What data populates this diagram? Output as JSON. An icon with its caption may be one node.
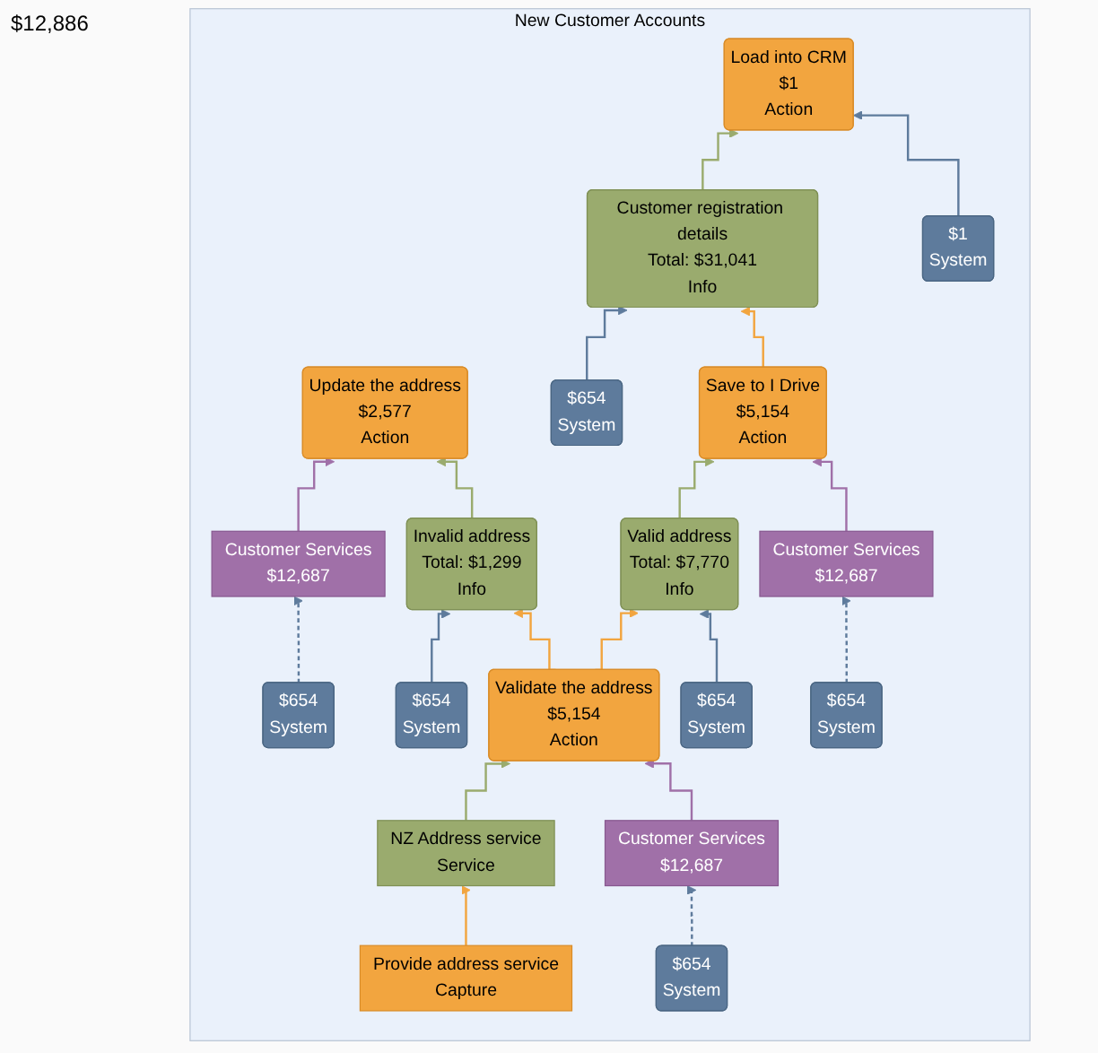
{
  "diagram": {
    "nodes": [
      {
        "text": [
          "New Customer Accounts"
        ]
      },
      {
        "text": [
          "Load into CRM",
          "$1",
          "Action"
        ],
        "in": 0
      },
      {
        "text": [
          "Customer registration details",
          "Total: $31,041",
          "Info"
        ],
        "in": 0
      },
      {
        "text": [
          "$1",
          "System"
        ],
        "in": 0
      },
      {
        "text": [
          "Update the address",
          "$2,577",
          "Action"
        ],
        "in": 0
      },
      {
        "text": [
          "Save to I Drive",
          "$5,154",
          "Action"
        ],
        "in": 0
      },
      {
        "text": [
          "$654",
          "System"
        ],
        "in": 0
      },
      {
        "text": [
          "Customer Services",
          "$12,687"
        ],
        "in": 0
      },
      {
        "text": [
          "Invalid address",
          "Total: $1,299",
          "Info"
        ],
        "in": 0
      },
      {
        "text": [
          "Valid address",
          "Total: $7,770",
          "Info"
        ],
        "in": 0
      },
      {
        "text": [
          "Customer Services",
          "$12,687"
        ],
        "in": 0
      },
      {
        "text": [
          "$654",
          "System"
        ],
        "in": 0
      },
      {
        "text": [
          "$654",
          "System"
        ],
        "in": 0
      },
      {
        "text": [
          "Validate the address",
          "$5,154",
          "Action"
        ],
        "in": 0
      },
      {
        "text": [
          "$654",
          "System"
        ],
        "in": 0
      },
      {
        "text": [
          "$654",
          "System"
        ],
        "in": 0
      },
      {
        "text": [
          "NZ Address service",
          "Service"
        ],
        "in": 0
      },
      {
        "text": [
          "Customer Services",
          "$12,687"
        ],
        "in": 0
      },
      {
        "text": [
          "Provide address service",
          "Capture"
        ],
        "in": 0
      },
      {
        "text": [
          "$654",
          "System"
        ],
        "in": 0
      }
    ],
    "edges": [
      {
        "from": 2,
        "to": 1,
        "arrow": "to",
        "color": "#9aab6e"
      },
      {
        "from": 3,
        "to": 1,
        "arrow": "to",
        "color": "#5e7b9c"
      },
      {
        "from": 5,
        "to": 2,
        "arrow": "to",
        "color": "#f2a53f"
      },
      {
        "from": 6,
        "to": 2,
        "arrow": "to",
        "color": "#5e7b9c"
      },
      {
        "from": 7,
        "to": 4,
        "arrow": "to",
        "color": "#a070a8"
      },
      {
        "from": 8,
        "to": 4,
        "arrow": "to",
        "color": "#9aab6e"
      },
      {
        "from": 9,
        "to": 5,
        "arrow": "to",
        "color": "#9aab6e"
      },
      {
        "from": 10,
        "to": 5,
        "arrow": "to",
        "color": "#a070a8"
      },
      {
        "from": 11,
        "to": 7,
        "arrow": "to",
        "style": "dashed",
        "color": "#5e7b9c"
      },
      {
        "from": 12,
        "to": 8,
        "arrow": "to",
        "color": "#5e7b9c"
      },
      {
        "from": 13,
        "to": 8,
        "arrow": "to",
        "color": "#f2a53f"
      },
      {
        "from": 13,
        "to": 9,
        "arrow": "to",
        "color": "#f2a53f"
      },
      {
        "from": 14,
        "to": 9,
        "arrow": "to",
        "color": "#5e7b9c"
      },
      {
        "from": 15,
        "to": 10,
        "arrow": "to",
        "style": "dashed",
        "color": "#5e7b9c"
      },
      {
        "from": 16,
        "to": 13,
        "arrow": "to",
        "color": "#9aab6e"
      },
      {
        "from": 17,
        "to": 13,
        "arrow": "to",
        "color": "#a070a8"
      },
      {
        "from": 18,
        "to": 16,
        "arrow": "to",
        "color": "#f2a53f"
      },
      {
        "from": 19,
        "to": 17,
        "arrow": "to",
        "style": "dashed",
        "color": "#5e7b9c"
      }
    ],
    "labels": [
      "$12,886"
    ]
  }
}
